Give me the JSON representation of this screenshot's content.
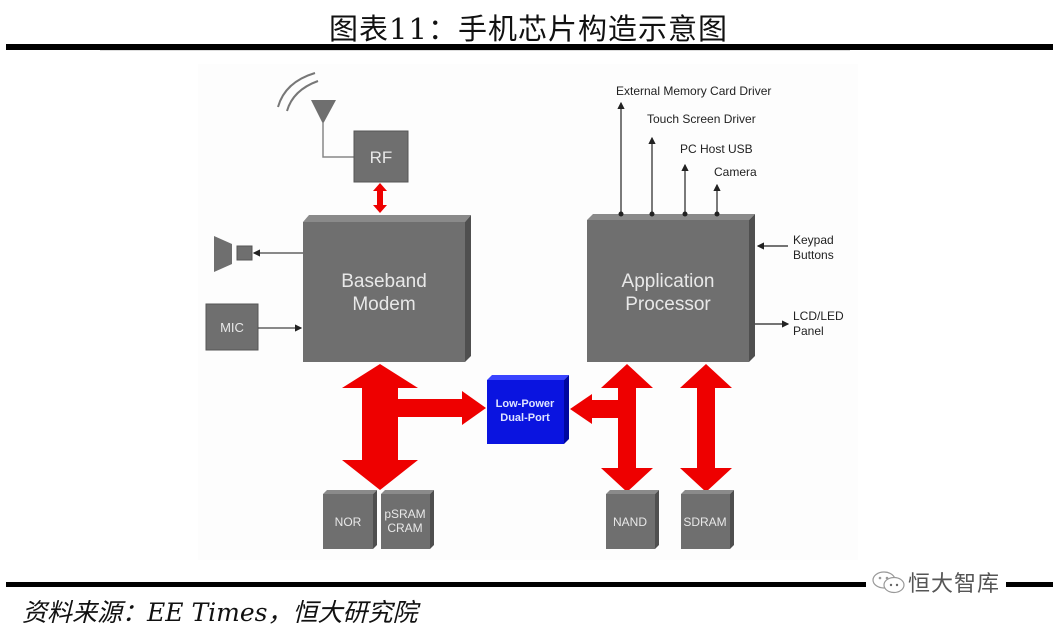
{
  "title": "图表11：手机芯片构造示意图",
  "source": "资料来源：EE Times，恒大研究院",
  "watermark": "恒大智库",
  "diagram": {
    "blocks": {
      "rf": "RF",
      "baseband_line1": "Baseband",
      "baseband_line2": "Modem",
      "mic": "MIC",
      "app_line1": "Application",
      "app_line2": "Processor",
      "dualport_line1": "Low-Power",
      "dualport_line2": "Dual-Port",
      "nor": "NOR",
      "psram_line1": "pSRAM",
      "psram_line2": "CRAM",
      "nand": "NAND",
      "sdram": "SDRAM"
    },
    "outputs": {
      "ext_mem": "External Memory Card Driver",
      "touch": "Touch Screen Driver",
      "usb": "PC Host USB",
      "camera": "Camera",
      "keypad_line1": "Keypad",
      "keypad_line2": "Buttons",
      "lcd_line1": "LCD/LED",
      "lcd_line2": "Panel"
    },
    "colors": {
      "block": "#6f6f6f",
      "block_side": "#4f4f4f",
      "block_top": "#8a8a8a",
      "bus": "#ee0000",
      "dualport": "#0a14e0"
    }
  }
}
